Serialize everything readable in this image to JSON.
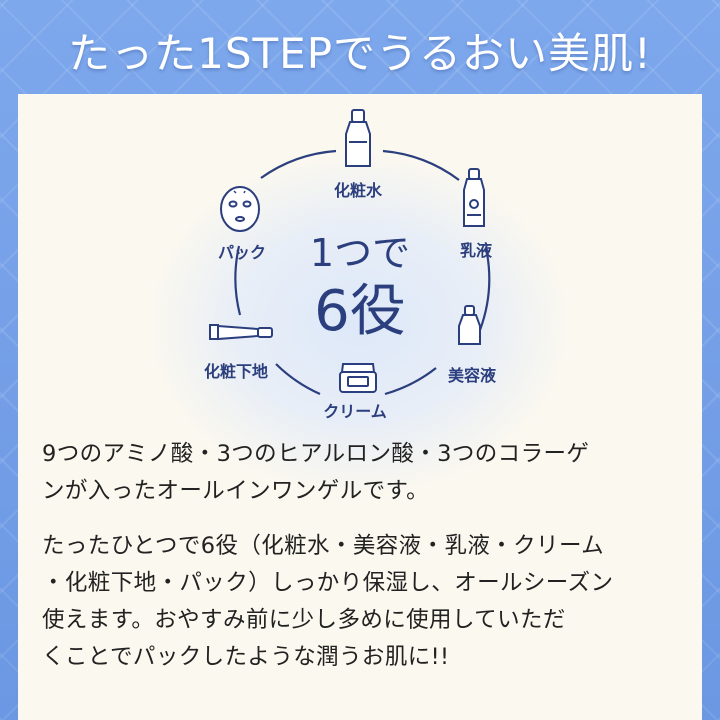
{
  "headline": "たった1STEPでうるおい美肌!",
  "diagram": {
    "center_line1": "1つで",
    "center_line2": "6役",
    "items": [
      {
        "label": "化粧水",
        "icon": "toner-bottle-icon"
      },
      {
        "label": "乳液",
        "icon": "milk-lotion-bottle-icon"
      },
      {
        "label": "美容液",
        "icon": "serum-bottle-icon"
      },
      {
        "label": "クリーム",
        "icon": "cream-jar-icon"
      },
      {
        "label": "化粧下地",
        "icon": "primer-tube-icon"
      },
      {
        "label": "パック",
        "icon": "face-mask-icon"
      }
    ],
    "colors": {
      "accent": "#2b3f7e",
      "ring": "#2b3f7e"
    }
  },
  "body": {
    "paragraph1_line1": "9つのアミノ酸・3つのヒアルロン酸・3つのコラーゲ",
    "paragraph1_line2": "ンが入ったオールインワンゲルです。",
    "paragraph2_line1": "たったひとつで6役（化粧水・美容液・乳液・クリーム",
    "paragraph2_line2": "・化粧下地・パック）しっかり保湿し、オールシーズン",
    "paragraph2_line3": "使えます。おやすみ前に少し多めに使用していただ",
    "paragraph2_line4": "くことでパックしたような潤うお肌に!!"
  }
}
